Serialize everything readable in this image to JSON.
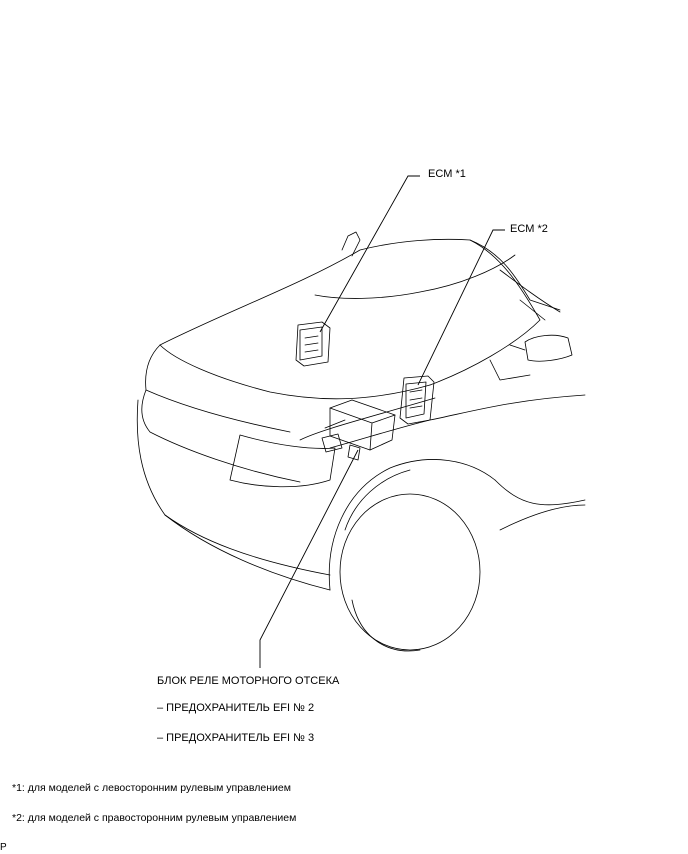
{
  "callouts": {
    "ecm1": "ECM *1",
    "ecm2": "ECM *2",
    "relay_block": "БЛОК РЕЛЕ МОТОРНОГО ОТСЕКА",
    "fuse_efi2": "– ПРЕДОХРАНИТЕЛЬ EFI № 2",
    "fuse_efi3": "– ПРЕДОХРАНИТЕЛЬ EFI № 3"
  },
  "footnotes": {
    "note1": "*1: для моделей с левосторонним рулевым управлением",
    "note2": "*2: для моделей с правосторонним рулевым управлением"
  },
  "corner_mark": "P"
}
